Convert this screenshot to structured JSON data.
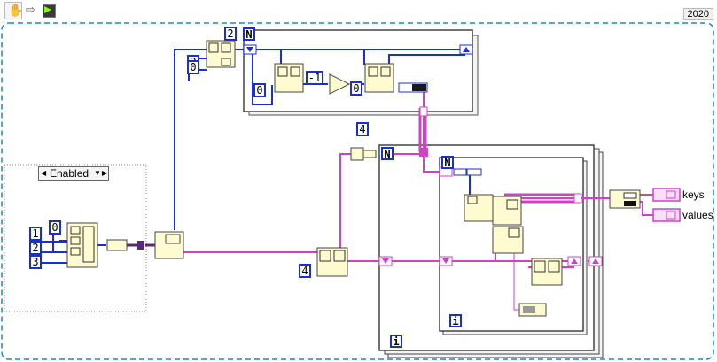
{
  "toolbar": {
    "buttons": [
      {
        "name": "highlight-execution-icon"
      },
      {
        "name": "retain-wire-values-icon"
      },
      {
        "name": "step-into-icon"
      }
    ]
  },
  "version_badge": "2020",
  "diagram_disable": {
    "selector_value": "Enabled"
  },
  "constants": {
    "array_1": "1",
    "array_2": "2",
    "array_3": "3",
    "index_0": "0",
    "top_loop_count": "2",
    "build_0": "0",
    "build_2": "2",
    "inner_zero_a": "0",
    "inner_neg1": "-1",
    "inner_zero_b": "0",
    "parse_count": "4",
    "width_4": "4"
  },
  "loop_labels": {
    "count": "N",
    "iteration": "i"
  },
  "indicators": {
    "keys": "keys",
    "values": "values"
  },
  "colors": {
    "wire_blue": "#1a2fd0",
    "wire_pink": "#d040c8",
    "node_fill": "#fffbd0"
  }
}
